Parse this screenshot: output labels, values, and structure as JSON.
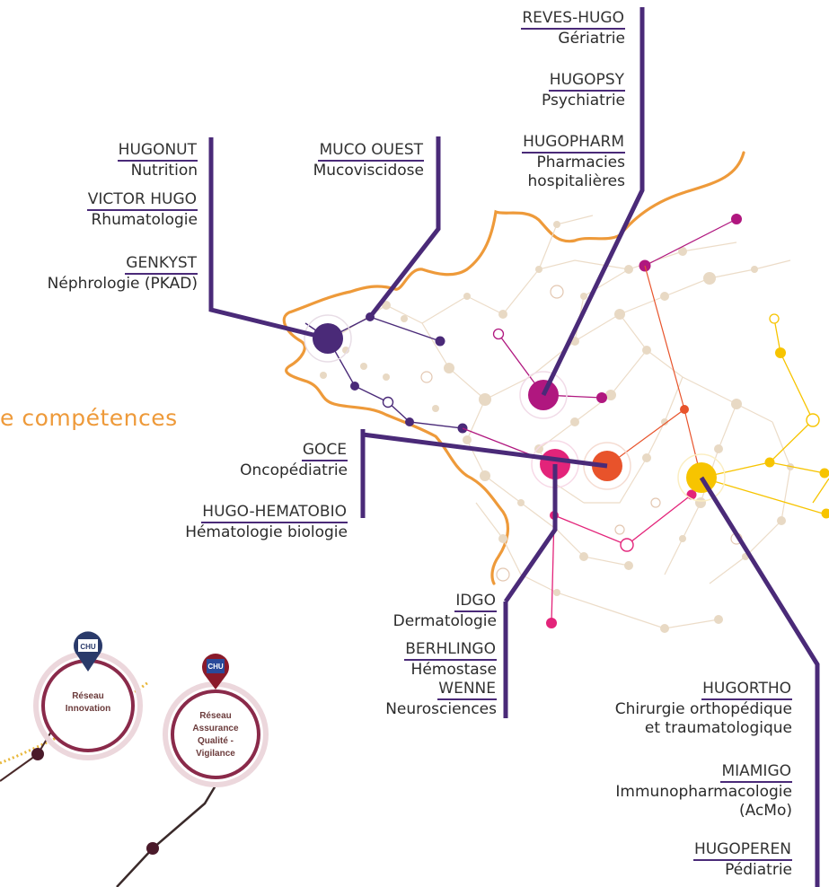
{
  "networks": [
    {
      "code": "REVES-HUGO",
      "specialty": "Gériatrie"
    },
    {
      "code": "HUGOPSY",
      "specialty": "Psychiatrie"
    },
    {
      "code": "HUGOPHARM",
      "specialty": "Pharmacies hospitalières",
      "specialty_line1": "Pharmacies",
      "specialty_line2": "hospitalières"
    },
    {
      "code": "HUGONUT",
      "specialty": "Nutrition"
    },
    {
      "code": "VICTOR HUGO",
      "specialty": "Rhumatologie"
    },
    {
      "code": "GENKYST",
      "specialty": "Néphrologie (PKAD)"
    },
    {
      "code": "MUCO OUEST",
      "specialty": "Mucoviscidose"
    },
    {
      "code": "GOCE",
      "specialty": "Oncopédiatrie"
    },
    {
      "code": "HUGO-HEMATOBIO",
      "specialty": "Hématologie biologie"
    },
    {
      "code": "IDGO",
      "specialty": "Dermatologie"
    },
    {
      "code": "BERHLINGO",
      "specialty": "Hémostase"
    },
    {
      "code": "WENNE",
      "specialty": "Neurosciences"
    },
    {
      "code": "HUGORTHO",
      "specialty": "Chirurgie orthopédique et traumatologique",
      "specialty_line1": "Chirurgie orthopédique",
      "specialty_line2": "et traumatologique"
    },
    {
      "code": "MIAMIGO",
      "specialty": "Immunopharmacologie (AcMo)",
      "specialty_line1": "Immunopharmacologie",
      "specialty_line2": "(AcMo)"
    },
    {
      "code": "HUGOPEREN",
      "specialty": "Pédiatrie"
    }
  ],
  "section_heading": "e compétences",
  "reseaux": [
    {
      "line1": "Réseau",
      "line2": "Innovation",
      "logo": "CHU"
    },
    {
      "line1": "Réseau",
      "line2": "Assurance",
      "line3": "Qualité -",
      "line4": "Vigilance",
      "logo": "CHU"
    }
  ],
  "colors": {
    "purple": "#4a2a78",
    "orange_outline": "#ee9a3a",
    "magenta": "#b0177f",
    "pink": "#e3247a",
    "orange_red": "#e8532b",
    "yellow": "#f7c400",
    "beige": "#e8d9c4"
  }
}
